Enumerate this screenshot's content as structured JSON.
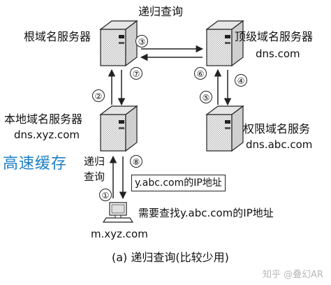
{
  "title": "递归查询",
  "servers": {
    "root": {
      "label": "根域名服务器"
    },
    "tld": {
      "label": "顶级域名服务器",
      "domain": "dns.com"
    },
    "local": {
      "label": "本地域名服务器",
      "domain": "dns.xyz.com"
    },
    "auth": {
      "label": "权限域名服务",
      "domain": "dns.abc.com"
    }
  },
  "host": {
    "domain": "m.xyz.com",
    "query": "需要查找y.abc.com的IP地址"
  },
  "steps": [
    "①",
    "②",
    "③",
    "④",
    "⑤",
    "⑥",
    "⑦",
    "⑧"
  ],
  "query_label": "递归\n查询",
  "query_label_lines": [
    "递归",
    "查询"
  ],
  "result_box": "y.abc.com的IP地址",
  "cache_note": "高速缓存",
  "caption": "(a) 递归查询(比较少用)",
  "watermark": "知乎 @叠幻AR",
  "colors": {
    "cache": "#1c7fc4",
    "stroke": "#222222"
  }
}
